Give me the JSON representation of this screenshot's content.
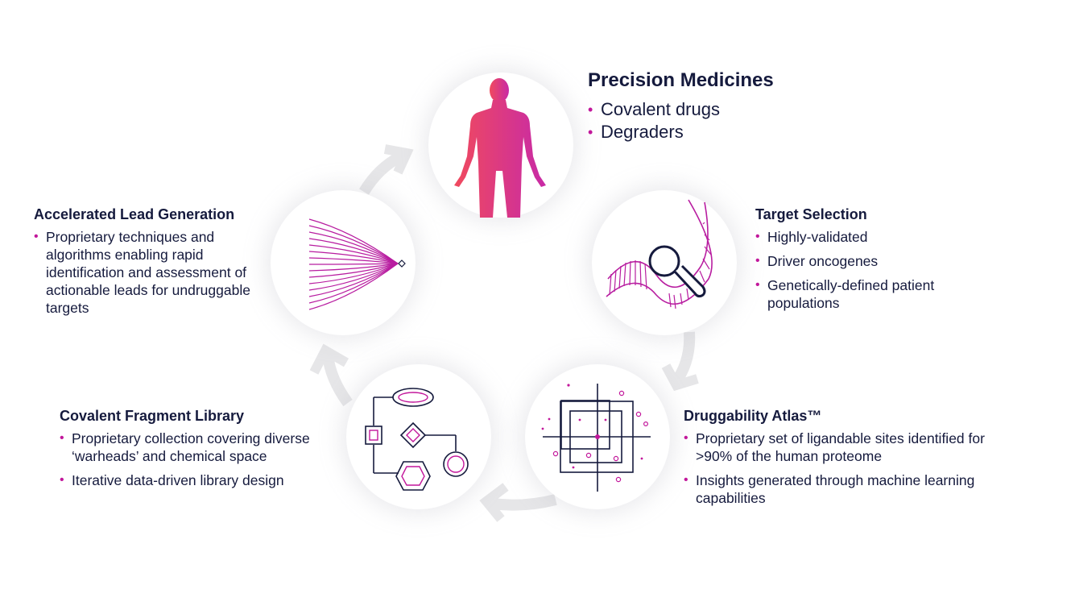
{
  "accent_colors": {
    "magenta": "#c2179b",
    "pink": "#ee3d6f",
    "navy": "#151a3d",
    "arrow_gray": "#e6e6e8"
  },
  "precision_medicines": {
    "title": "Precision Medicines",
    "items": [
      "Covalent drugs",
      "Degraders"
    ],
    "icon": "human-figure-icon"
  },
  "target_selection": {
    "title": "Target Selection",
    "items": [
      "Highly-validated",
      "Driver oncogenes",
      "Genetically-defined patient populations"
    ],
    "icon": "dna-magnifier-icon"
  },
  "druggability_atlas": {
    "title": "Druggability Atlas™",
    "items": [
      "Proprietary set of ligandable sites identified for >90% of the human proteome",
      "Insights generated through machine learning capabilities"
    ],
    "icon": "crosshair-target-icon"
  },
  "covalent_fragment_library": {
    "title": "Covalent Fragment Library",
    "items": [
      "Proprietary collection covering diverse ‘warheads’ and chemical space",
      "Iterative data-driven library design"
    ],
    "icon": "molecule-shapes-icon"
  },
  "accelerated_lead_generation": {
    "title": "Accelerated Lead Generation",
    "items": [
      "Proprietary techniques and algorithms enabling rapid identification and assessment of actionable leads for undruggable targets"
    ],
    "icon": "converging-lines-icon"
  }
}
